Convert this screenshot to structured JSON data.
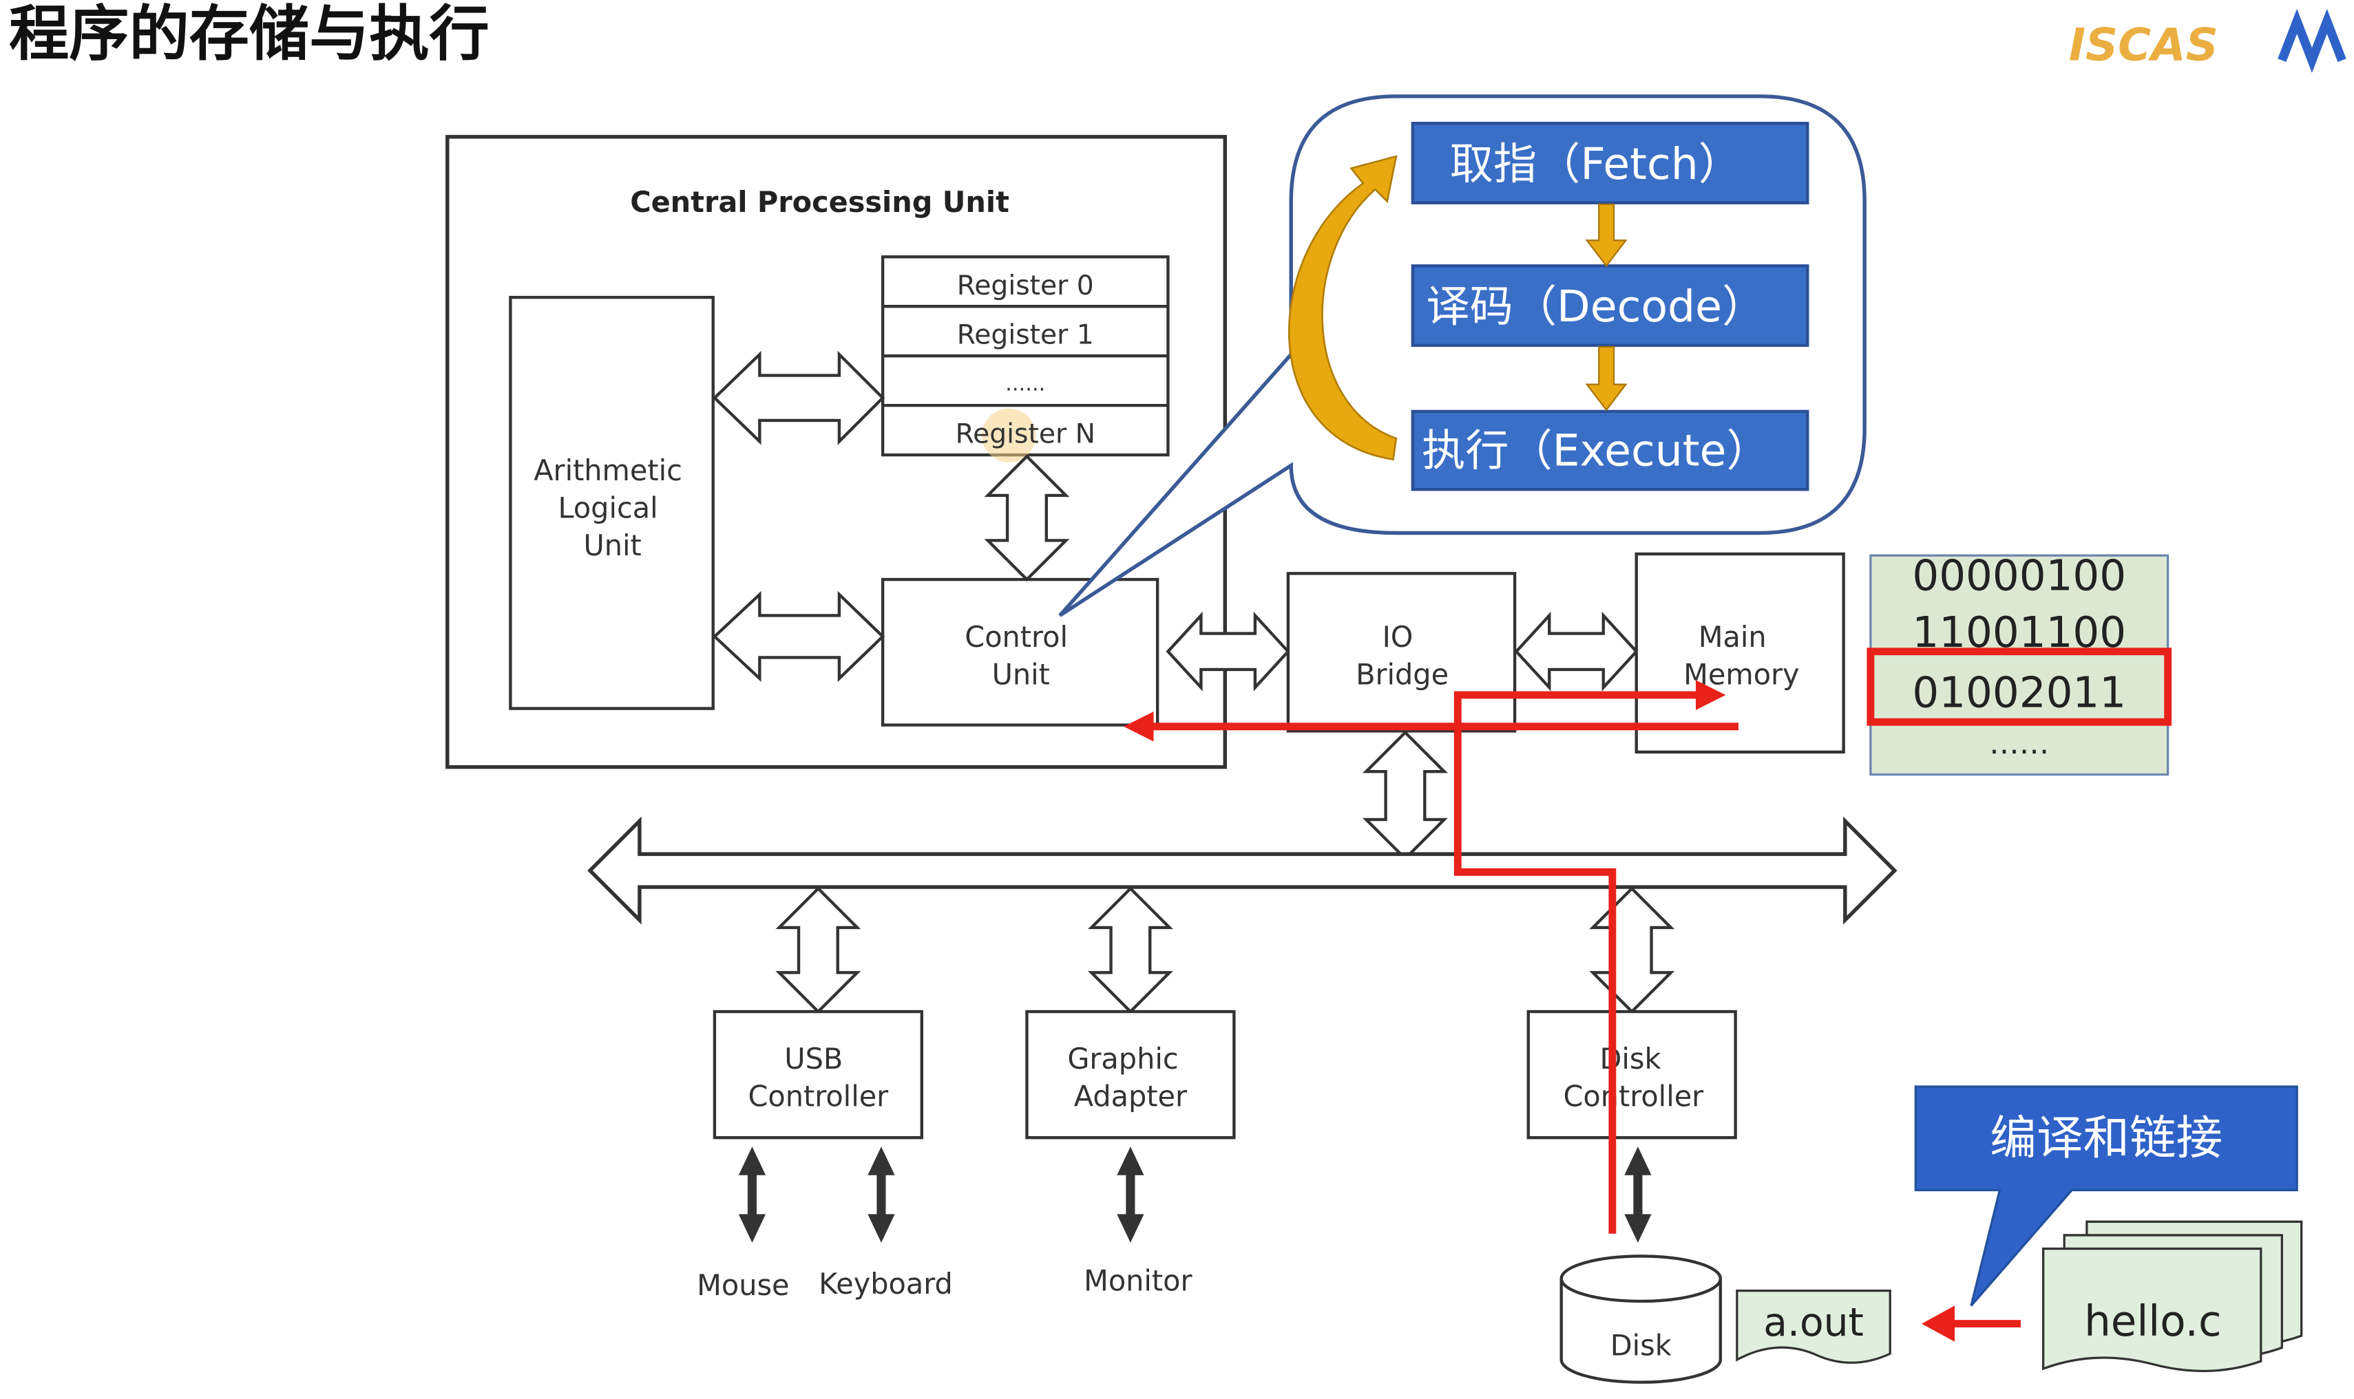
{
  "slide": {
    "title": "程序的存储与执行",
    "logo": "ISCAS"
  },
  "cpu": {
    "label": "Central Processing Unit",
    "alu": [
      "Arithmetic",
      "Logical",
      "Unit"
    ],
    "registers": [
      "Register 0",
      "Register 1",
      "......",
      "Register N"
    ],
    "control_unit": [
      "Control",
      "Unit"
    ]
  },
  "cycle": {
    "fetch": "取指（Fetch）",
    "decode": "译码（Decode）",
    "execute": "执行（Execute）"
  },
  "io_bridge": [
    "IO",
    "Bridge"
  ],
  "main_memory": [
    "Main",
    "Memory"
  ],
  "memory_contents": [
    "00000100",
    "11001100",
    "01002011",
    "……"
  ],
  "controllers": {
    "usb": [
      "USB",
      "Controller"
    ],
    "graphic": [
      "Graphic",
      "Adapter"
    ],
    "disk": [
      "Disk",
      "Controller"
    ]
  },
  "devices": {
    "mouse": "Mouse",
    "keyboard": "Keyboard",
    "monitor": "Monitor",
    "disk": "Disk"
  },
  "files": {
    "executable": "a.out",
    "source": "hello.c"
  },
  "callout": "编译和链接",
  "colors": {
    "blue_box": "#3a6fc7",
    "callout_blue": "#2f62c8",
    "orange_arrow": "#e8a810",
    "red_path": "#e8221a",
    "memory_panel": "#dde8d2",
    "file_green": "#dfeedd"
  }
}
